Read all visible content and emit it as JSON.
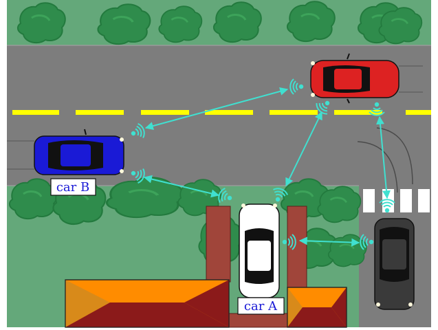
{
  "labels": {
    "car_a": "car A",
    "car_b": "car B"
  },
  "colors": {
    "grass": "#64a87a",
    "road": "#7d7d7d",
    "lane_marking": "#ffff00",
    "crosswalk": "#ffffff",
    "tree": "#2f8c4c",
    "tree_dark": "#237a3e",
    "car_red": "#dd2222",
    "car_blue": "#1a1ad6",
    "car_white": "#ffffff",
    "car_black": "#3a3a3a",
    "signal": "#40e0d0",
    "roof_orange": "#ff8c00",
    "roof_dark": "#8b1a1a",
    "brick": "#a0453a",
    "label_text": "#1a1ad6"
  },
  "icons": {
    "signal": "wifi-signal-icon",
    "link": "double-arrow-link"
  }
}
